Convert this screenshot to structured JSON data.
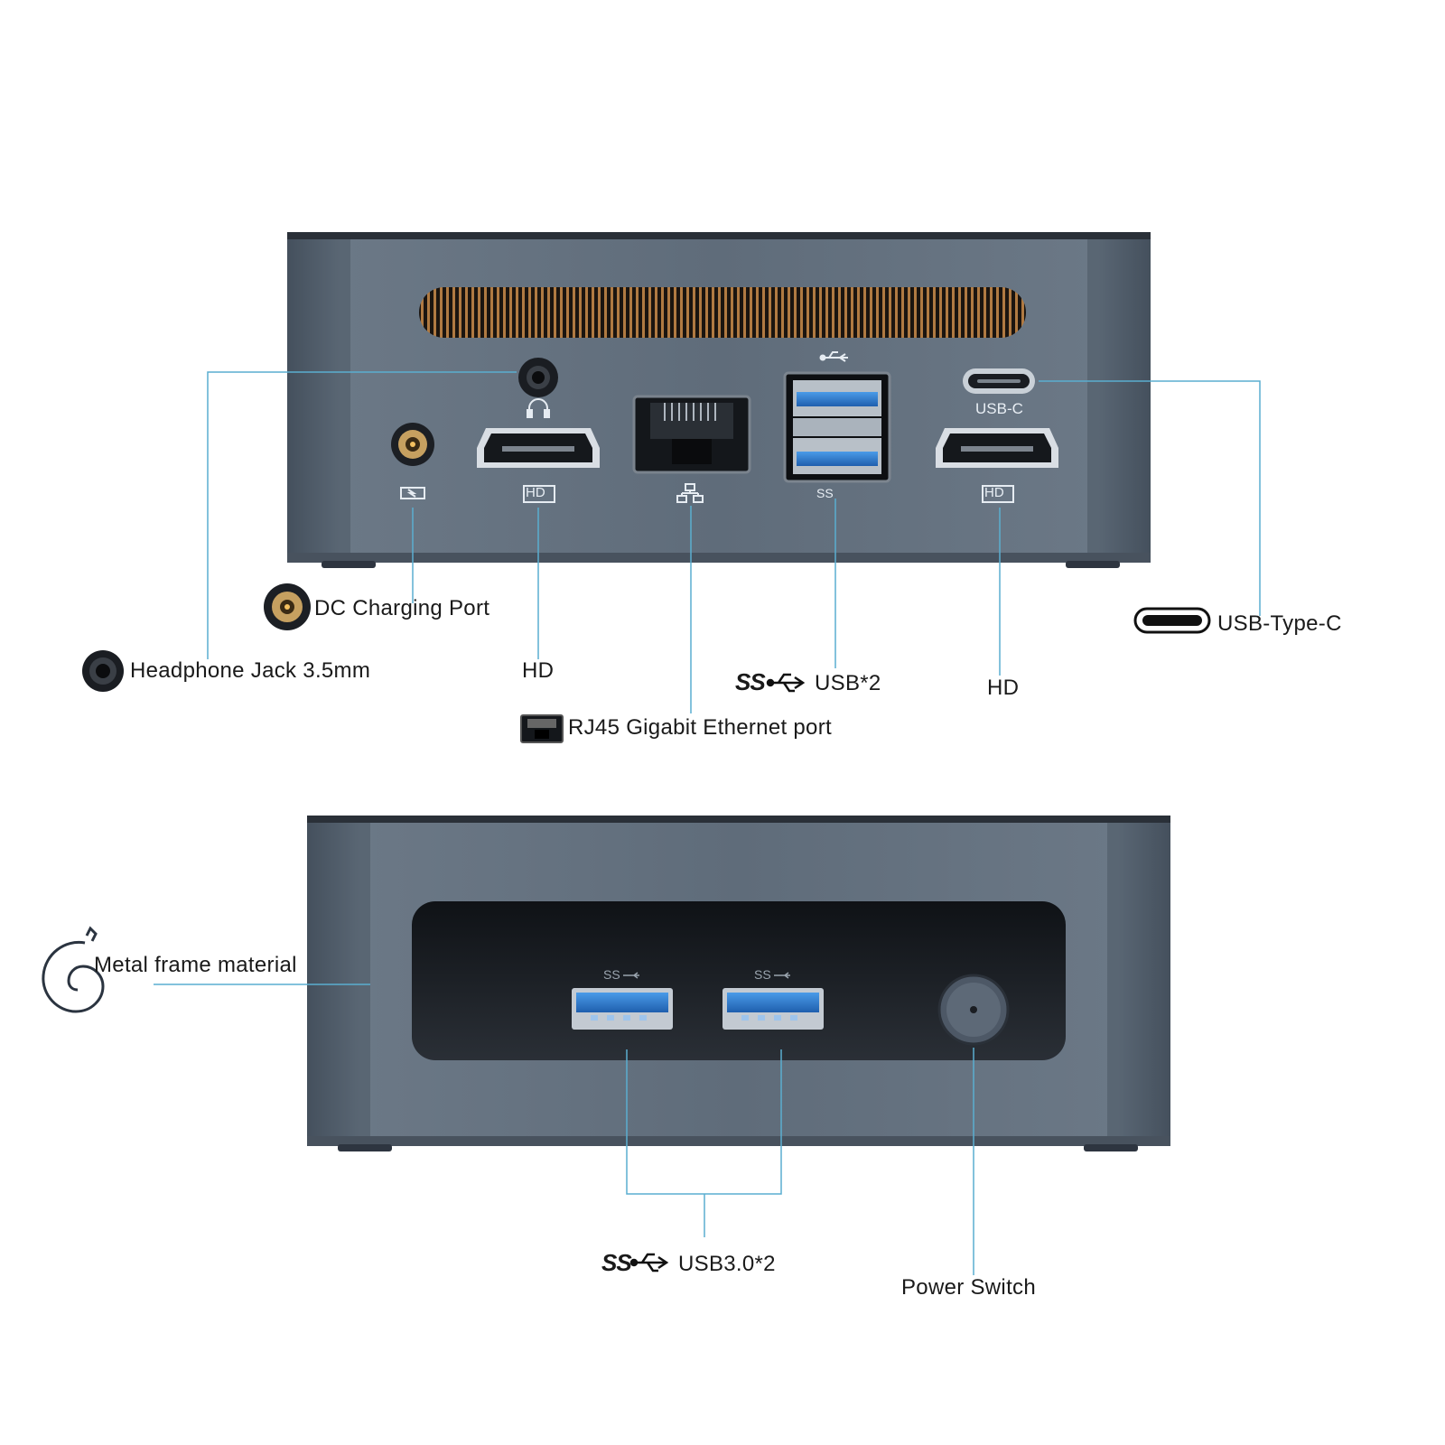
{
  "colors": {
    "device_body": "#5b6977",
    "device_body_dark": "#3c4653",
    "device_edge": "#24292f",
    "leader_line": "#5aaed0",
    "usb3_blue": "#2f7fd2",
    "vent_copper": "#a0703c",
    "label_text": "#1a1a1a"
  },
  "rear_panel": {
    "port_marks": {
      "usb_c_mark": "USB-C",
      "hd_left_mark": "HD",
      "hd_right_mark": "HD",
      "ss_mark": "SS"
    },
    "icons": [
      "headphone-icon",
      "dc-power-icon",
      "ethernet-icon",
      "usb-icon",
      "usb-c-icon"
    ]
  },
  "rear_labels": {
    "headphone": "Headphone Jack 3.5mm",
    "dc": "DC Charging Port",
    "hd_left": "HD",
    "rj45": "RJ45 Gigabit Ethernet port",
    "usb2": "USB*2",
    "usb2_ss": "SS",
    "hd_right": "HD",
    "usb_type_c": "USB-Type-C"
  },
  "front_panel": {
    "port_marks": {
      "ss_left": "SS",
      "ss_right": "SS"
    }
  },
  "front_labels": {
    "metal": "Metal frame material",
    "usb3": "USB3.0*2",
    "usb3_ss": "SS",
    "power": "Power Switch"
  }
}
